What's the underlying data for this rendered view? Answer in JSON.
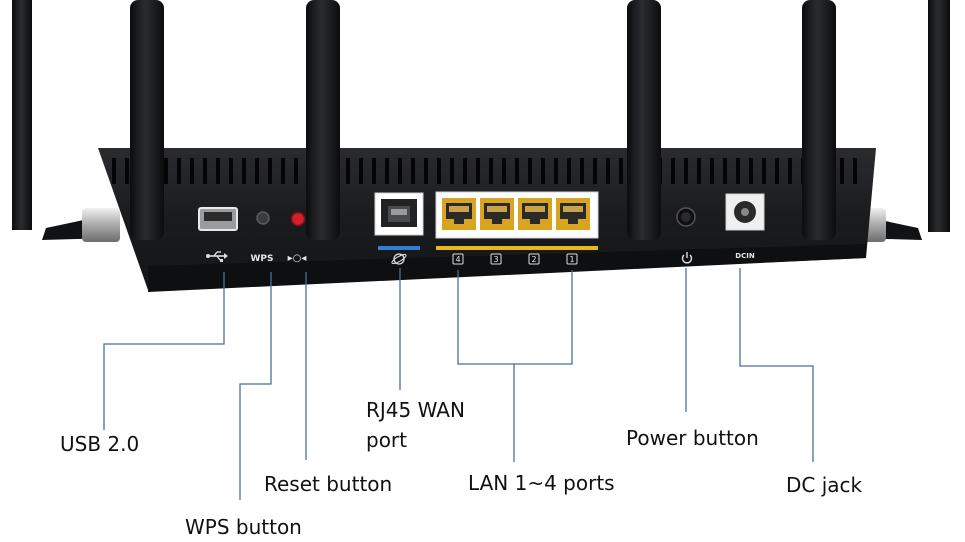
{
  "panel": {
    "port_icons": {
      "usb": "usb-icon",
      "wan": "globe-icon",
      "power": "power-icon"
    },
    "wps_text": "WPS",
    "reset_glyph": "▸○◂",
    "lan_numbers": [
      "4",
      "3",
      "2",
      "1"
    ],
    "dcin_text": "DCIN",
    "colors": {
      "body": "#1b1c1e",
      "wan_bar": "#2f7fd6",
      "lan_bar": "#e7b620",
      "lan_jack": "#d9a521",
      "reset_button": "#d21f2c"
    }
  },
  "callouts": {
    "usb": "USB 2.0",
    "wps": "WPS button",
    "reset": "Reset button",
    "wan_line1": "RJ45 WAN",
    "wan_line2": "port",
    "lan": "LAN 1~4 ports",
    "power": "Power button",
    "dc": "DC jack"
  },
  "leader_color": "#4a6f9c"
}
